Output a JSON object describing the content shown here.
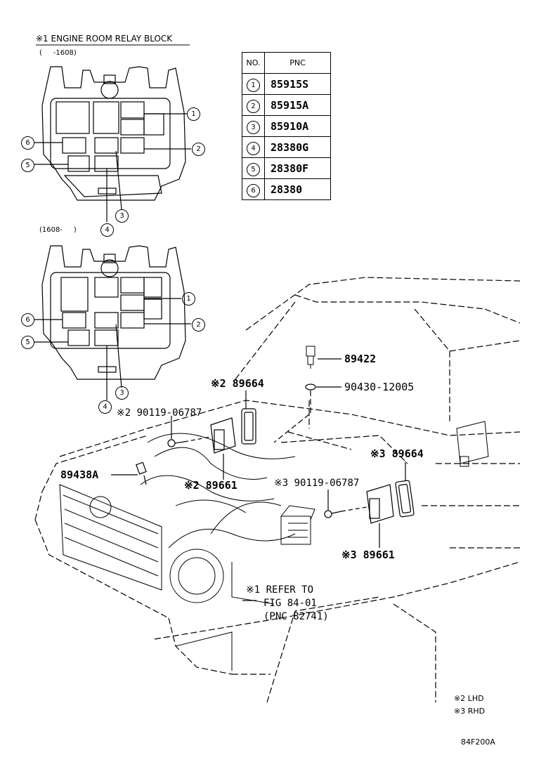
{
  "relay_block": {
    "title": "※1 ENGINE ROOM RELAY BLOCK",
    "range_1": "(     -1608)",
    "range_2": "(1608-     )"
  },
  "callouts": [
    "1",
    "2",
    "3",
    "4",
    "5",
    "6"
  ],
  "table": {
    "headers": [
      "NO.",
      "PNC"
    ],
    "rows": [
      {
        "no": "1",
        "pnc": "85915S"
      },
      {
        "no": "2",
        "pnc": "85915A"
      },
      {
        "no": "3",
        "pnc": "85910A"
      },
      {
        "no": "4",
        "pnc": "28380G"
      },
      {
        "no": "5",
        "pnc": "28380F"
      },
      {
        "no": "6",
        "pnc": "28380"
      }
    ]
  },
  "parts": {
    "p89422": "89422",
    "p90430": "90430-12005",
    "p89664_lhd": "※2 89664",
    "p90119_lhd": "※2 90119-06787",
    "p89438a": "89438A",
    "p89661_lhd": "※2 89661",
    "p89664_rhd": "※3 89664",
    "p90119_rhd": "※3 90119-06787",
    "p89661_rhd": "※3 89661",
    "refer_1": "※1 REFER TO",
    "refer_2": "FIG 84-01",
    "refer_3": "(PNC 82741)"
  },
  "legend": {
    "lhd": "※2 LHD",
    "rhd": "※3 RHD"
  },
  "figure_code": "84F200A"
}
